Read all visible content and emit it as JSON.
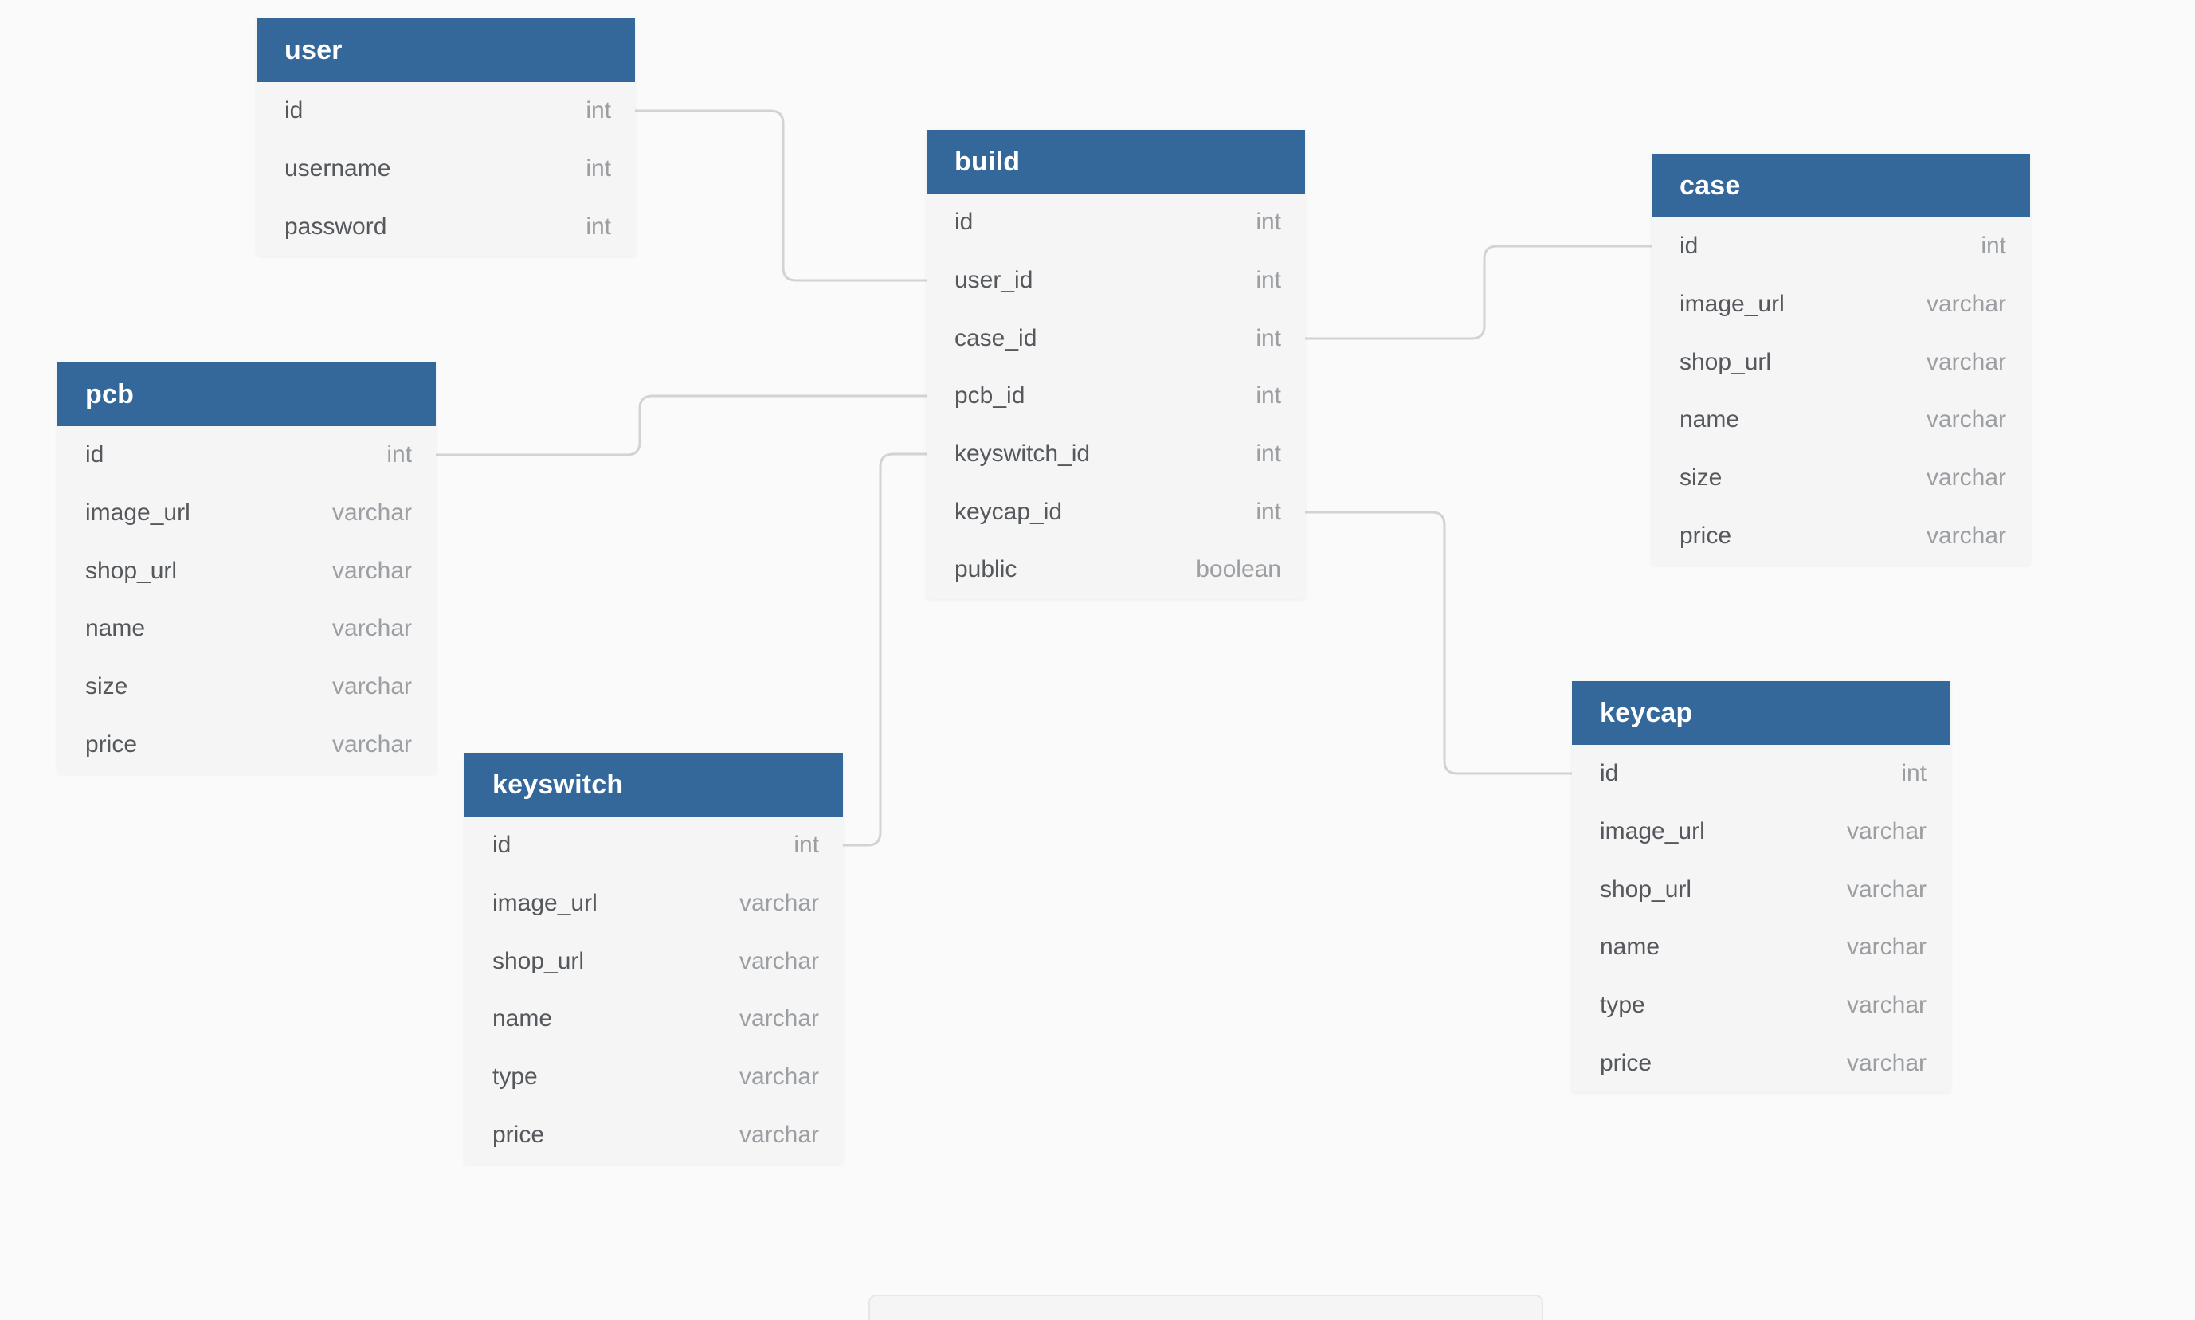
{
  "diagram": {
    "colors": {
      "background": "#fafafa",
      "table_header": "#34689a",
      "table_body": "#f5f5f5",
      "relationship_line": "#d3d3d3",
      "field_text": "#55585c",
      "type_text": "#9b9ea2",
      "header_text": "#ffffff"
    },
    "tables": [
      {
        "name": "user",
        "fields": [
          {
            "name": "id",
            "type": "int"
          },
          {
            "name": "username",
            "type": "int"
          },
          {
            "name": "password",
            "type": "int"
          }
        ]
      },
      {
        "name": "build",
        "fields": [
          {
            "name": "id",
            "type": "int"
          },
          {
            "name": "user_id",
            "type": "int"
          },
          {
            "name": "case_id",
            "type": "int"
          },
          {
            "name": "pcb_id",
            "type": "int"
          },
          {
            "name": "keyswitch_id",
            "type": "int"
          },
          {
            "name": "keycap_id",
            "type": "int"
          },
          {
            "name": "public",
            "type": "boolean"
          }
        ]
      },
      {
        "name": "case",
        "fields": [
          {
            "name": "id",
            "type": "int"
          },
          {
            "name": "image_url",
            "type": "varchar"
          },
          {
            "name": "shop_url",
            "type": "varchar"
          },
          {
            "name": "name",
            "type": "varchar"
          },
          {
            "name": "size",
            "type": "varchar"
          },
          {
            "name": "price",
            "type": "varchar"
          }
        ]
      },
      {
        "name": "pcb",
        "fields": [
          {
            "name": "id",
            "type": "int"
          },
          {
            "name": "image_url",
            "type": "varchar"
          },
          {
            "name": "shop_url",
            "type": "varchar"
          },
          {
            "name": "name",
            "type": "varchar"
          },
          {
            "name": "size",
            "type": "varchar"
          },
          {
            "name": "price",
            "type": "varchar"
          }
        ]
      },
      {
        "name": "keyswitch",
        "fields": [
          {
            "name": "id",
            "type": "int"
          },
          {
            "name": "image_url",
            "type": "varchar"
          },
          {
            "name": "shop_url",
            "type": "varchar"
          },
          {
            "name": "name",
            "type": "varchar"
          },
          {
            "name": "type",
            "type": "varchar"
          },
          {
            "name": "price",
            "type": "varchar"
          }
        ]
      },
      {
        "name": "keycap",
        "fields": [
          {
            "name": "id",
            "type": "int"
          },
          {
            "name": "image_url",
            "type": "varchar"
          },
          {
            "name": "shop_url",
            "type": "varchar"
          },
          {
            "name": "name",
            "type": "varchar"
          },
          {
            "name": "type",
            "type": "varchar"
          },
          {
            "name": "price",
            "type": "varchar"
          }
        ]
      }
    ],
    "relationships": [
      {
        "from": "user.id",
        "to": "build.user_id"
      },
      {
        "from": "pcb.id",
        "to": "build.pcb_id"
      },
      {
        "from": "keyswitch.id",
        "to": "build.keyswitch_id"
      },
      {
        "from": "build.case_id",
        "to": "case.id"
      },
      {
        "from": "build.keycap_id",
        "to": "keycap.id"
      }
    ]
  }
}
